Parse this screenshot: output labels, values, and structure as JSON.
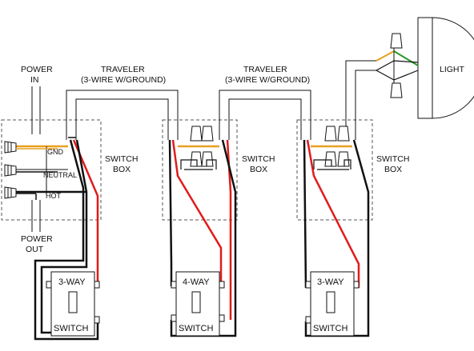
{
  "labels": {
    "power_in": [
      "POWER",
      "IN"
    ],
    "power_out": [
      "POWER",
      "OUT"
    ],
    "traveler_left": [
      "TRAVELER",
      "(3-WIRE W/GROUND)"
    ],
    "traveler_right": [
      "TRAVELER",
      "(3-WIRE W/GROUND)"
    ],
    "switch_box_1": [
      "SWITCH",
      "BOX"
    ],
    "switch_box_2": [
      "SWITCH",
      "BOX"
    ],
    "switch_box_3": [
      "SWITCH",
      "BOX"
    ],
    "gnd": "GND",
    "neutral": "NEUTRAL",
    "hot": "HOT",
    "light": "LIGHT"
  },
  "switches": [
    {
      "type": "3-WAY",
      "label": "SWITCH"
    },
    {
      "type": "4-WAY",
      "label": "SWITCH"
    },
    {
      "type": "3-WAY",
      "label": "SWITCH"
    }
  ],
  "colors": {
    "hot": "#e01b1b",
    "black": "#111111",
    "ground": "#e8a020",
    "ground_green": "#2a9a2a",
    "white": "#ffffff",
    "box_outline": "#555555"
  }
}
